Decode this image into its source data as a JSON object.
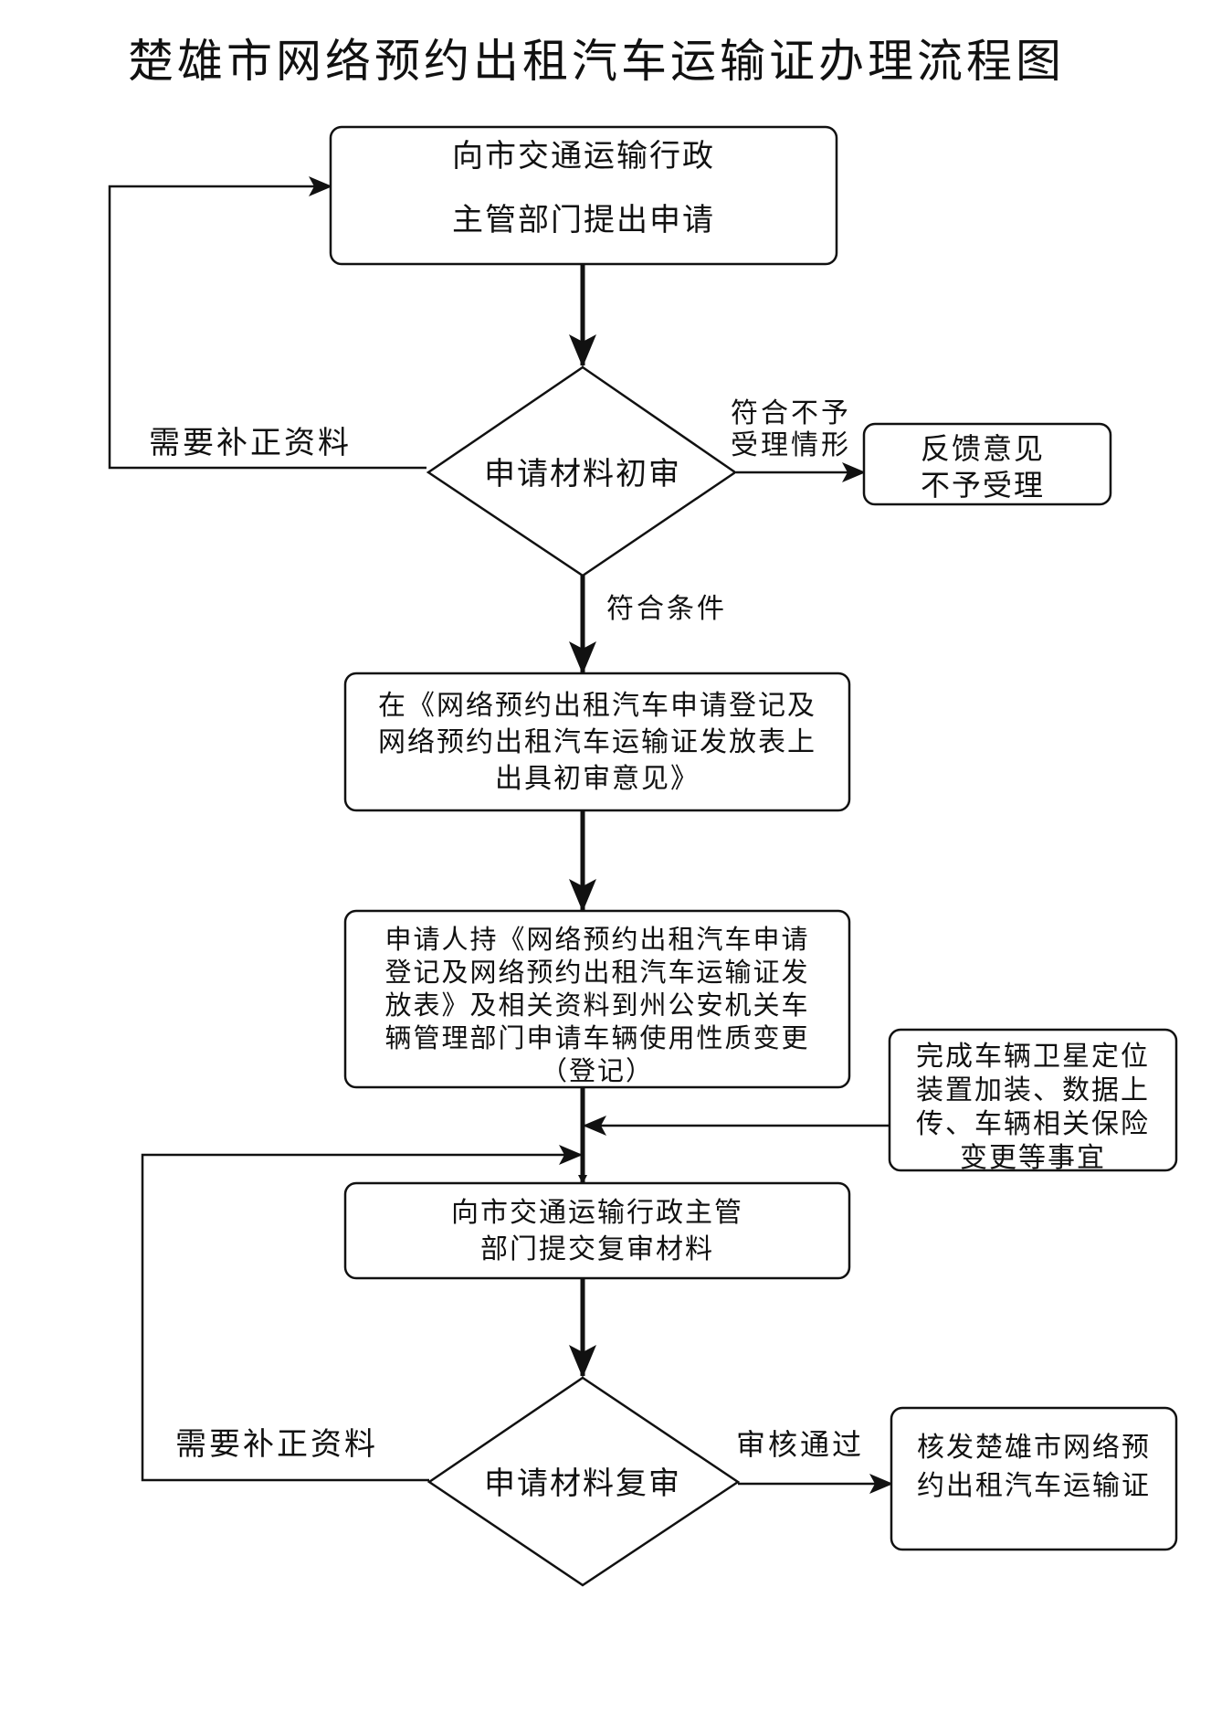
{
  "title": "楚雄市网络预约出租汽车运输证办理流程图",
  "nodes": {
    "apply": {
      "lines": [
        "向市交通运输行政",
        "主管部门提出申请"
      ]
    },
    "initial_review": {
      "lines": [
        "申请材料初审"
      ]
    },
    "reject": {
      "lines": [
        "反馈意见",
        "不予受理"
      ]
    },
    "initial_opinion": {
      "lines": [
        "在《网络预约出租汽车申请登记及",
        "网络预约出租汽车运输证发放表上",
        "出具初审意见》"
      ]
    },
    "vehicle_change": {
      "lines": [
        "申请人持《网络预约出租汽车申请",
        "登记及网络预约出租汽车运输证发",
        "放表》及相关资料到州公安机关车",
        "辆管理部门申请车辆使用性质变更",
        "（登记）"
      ]
    },
    "satellite": {
      "lines": [
        "完成车辆卫星定位",
        "装置加装、数据上",
        "传、车辆相关保险",
        "变更等事宜"
      ]
    },
    "submit_review": {
      "lines": [
        "向市交通运输行政主管",
        "部门提交复审材料"
      ]
    },
    "second_review": {
      "lines": [
        "申请材料复审"
      ]
    },
    "issue": {
      "lines": [
        "核发楚雄市网络预",
        "约出租汽车运输证"
      ]
    }
  },
  "edge_labels": {
    "supplement_1": "需要补正资料",
    "not_accept": [
      "符合不予",
      "受理情形"
    ],
    "meets": "符合条件",
    "supplement_2": "需要补正资料",
    "approved": "审核通过"
  }
}
